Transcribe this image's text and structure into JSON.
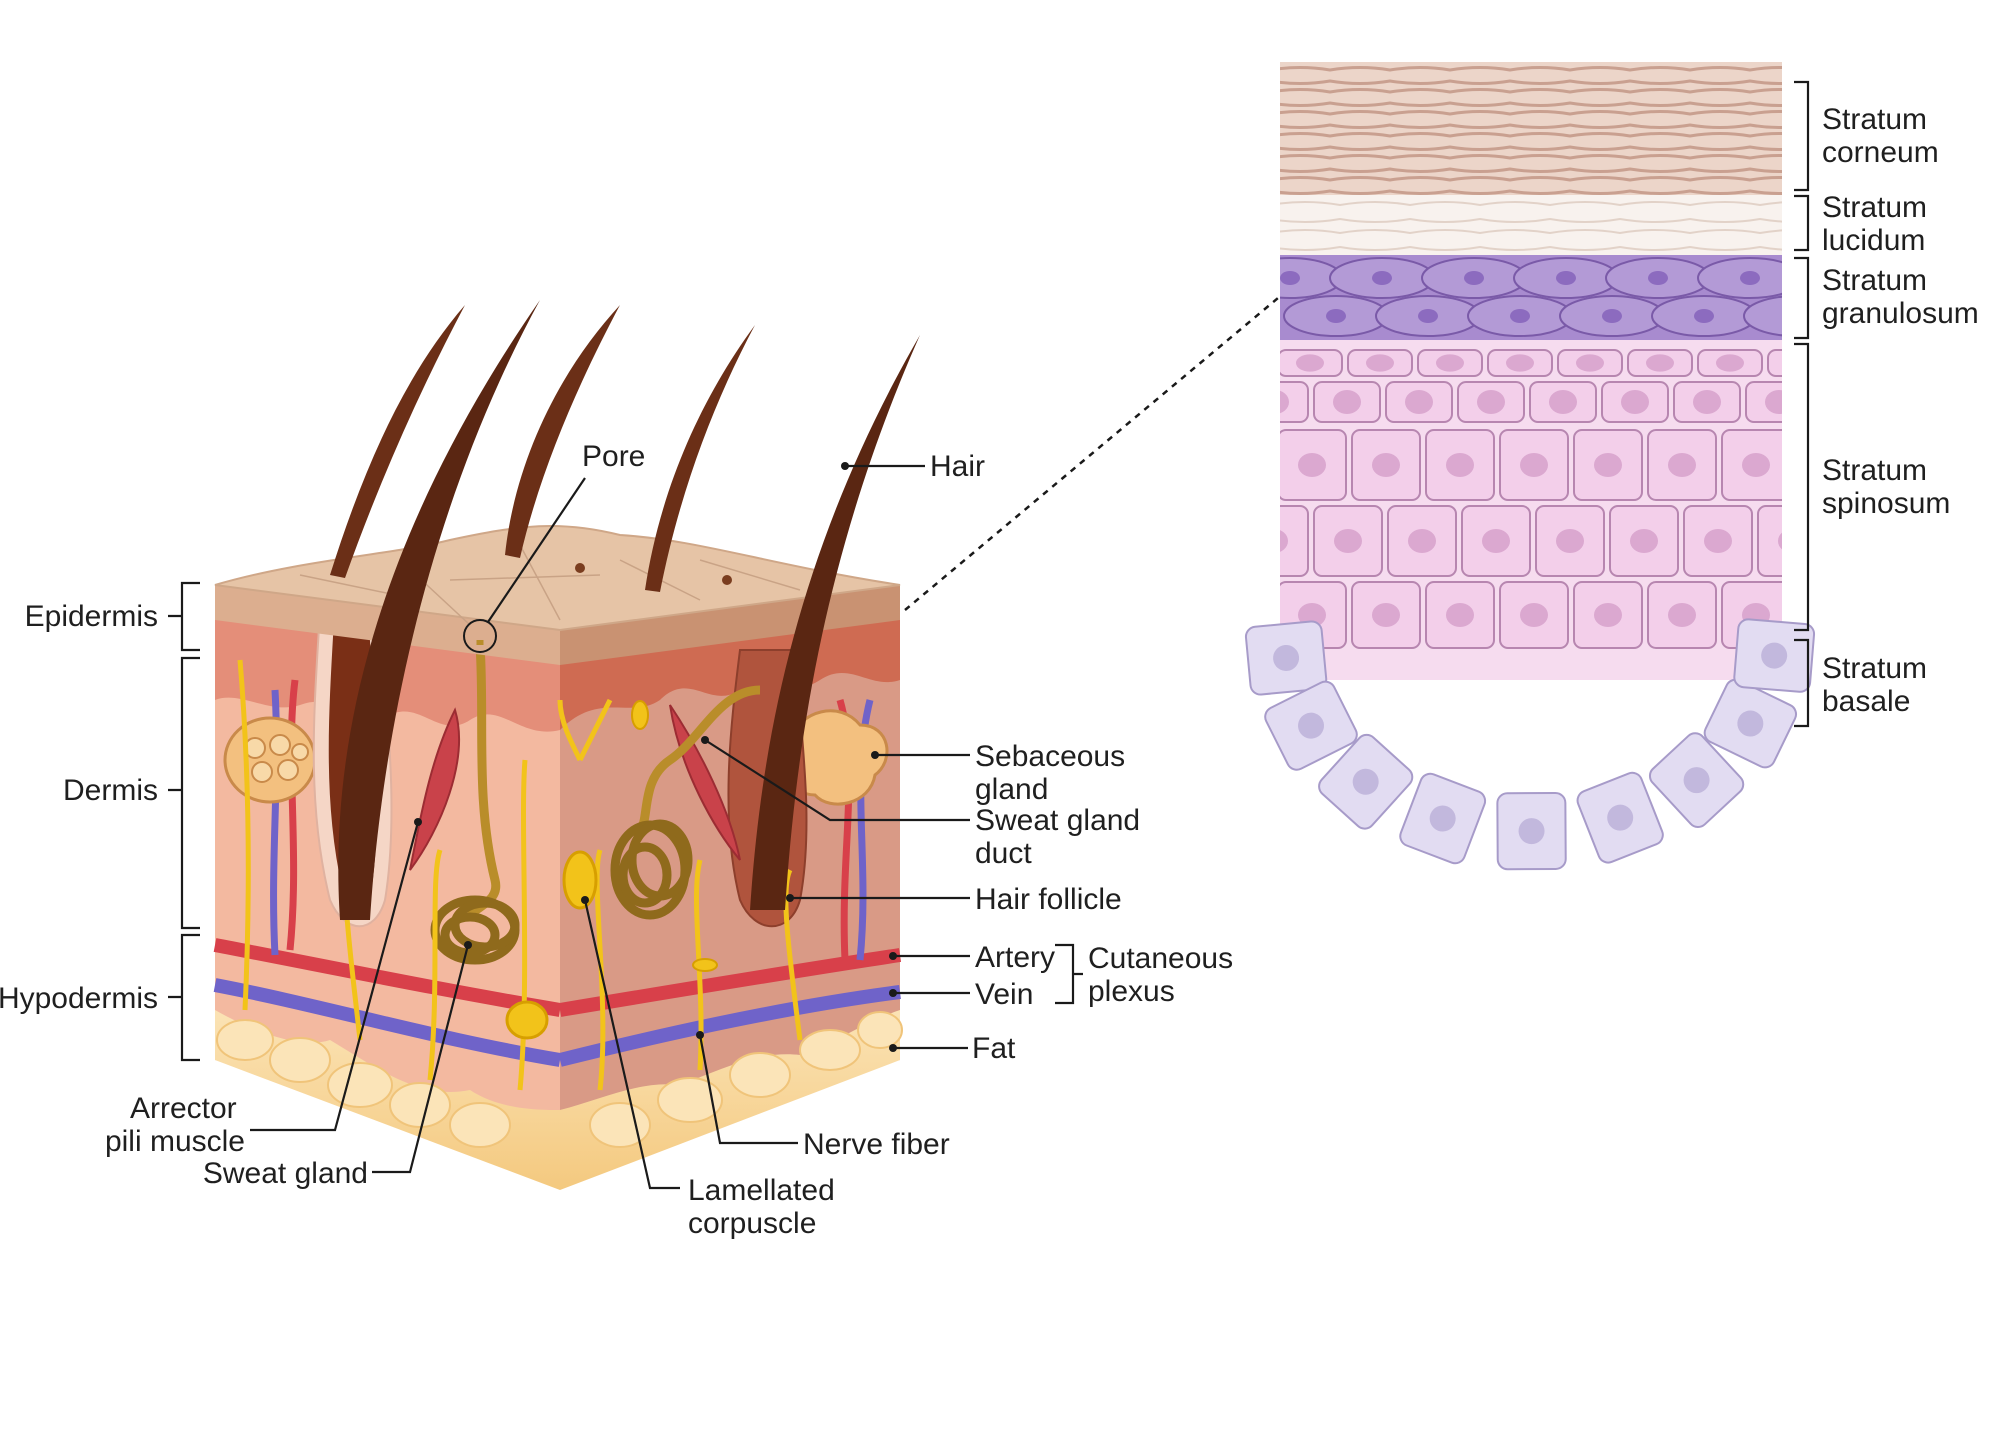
{
  "labels": {
    "pore": "Pore",
    "hair": "Hair",
    "epidermis": "Epidermis",
    "dermis": "Dermis",
    "hypodermis": "Hypodermis",
    "sebaceous_gland": [
      "Sebaceous",
      "gland"
    ],
    "sweat_gland_duct": [
      "Sweat gland",
      "duct"
    ],
    "hair_follicle": "Hair follicle",
    "artery": "Artery",
    "vein": "Vein",
    "cutaneous_plexus": [
      "Cutaneous",
      "plexus"
    ],
    "fat": "Fat",
    "arrector_pili_muscle": [
      "Arrector",
      "pili muscle"
    ],
    "sweat_gland": "Sweat gland",
    "nerve_fiber": "Nerve fiber",
    "lamellated_corpuscle": [
      "Lamellated",
      "corpuscle"
    ],
    "stratum_corneum": [
      "Stratum",
      "corneum"
    ],
    "stratum_lucidum": [
      "Stratum",
      "lucidum"
    ],
    "stratum_granulosum": [
      "Stratum",
      "granulosum"
    ],
    "stratum_spinosum": [
      "Stratum",
      "spinosum"
    ],
    "stratum_basale": [
      "Stratum",
      "basale"
    ]
  },
  "colors": {
    "skin_surface": "#e6c4a6",
    "dermis": "#efb197",
    "hair": "#6b2f17",
    "artery": "#d8404a",
    "vein": "#6f63c9",
    "nerve": "#f2c31a",
    "fat": "#f7d69a",
    "corneum": "#e8cdbf",
    "granulosum": "#a88bcf",
    "spinosum": "#f1c9e6",
    "basale": "#e2dcf2"
  }
}
